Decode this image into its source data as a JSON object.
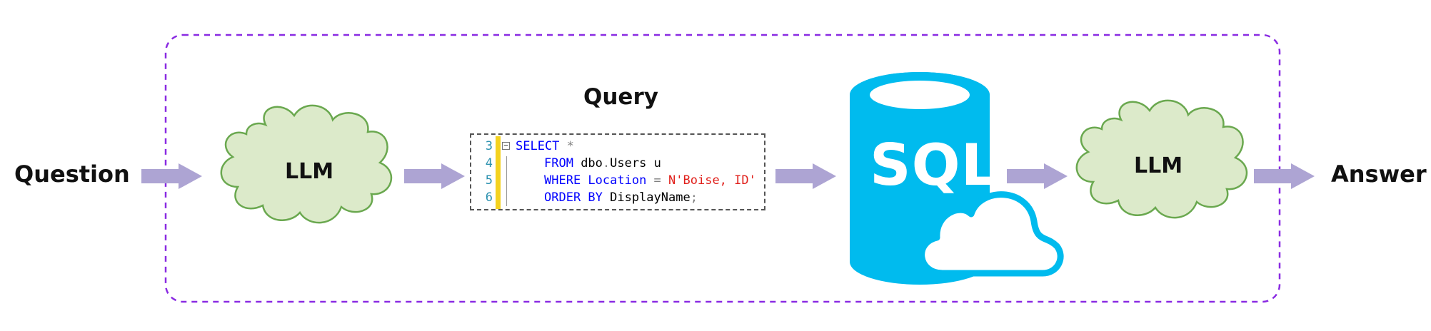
{
  "labels": {
    "question": "Question",
    "llm_first": "LLM",
    "query_title": "Query",
    "db_badge": "SQL",
    "llm_second": "LLM",
    "answer": "Answer"
  },
  "code": {
    "lines": [
      {
        "number": "3",
        "tokens": [
          {
            "t": "SELECT",
            "c": "kw"
          },
          {
            "t": " *",
            "c": "op"
          }
        ]
      },
      {
        "number": "4",
        "tokens": [
          {
            "t": "FROM",
            "c": "kw"
          },
          {
            "t": " dbo",
            "c": "plain"
          },
          {
            "t": ".",
            "c": "op"
          },
          {
            "t": "Users u",
            "c": "plain"
          }
        ]
      },
      {
        "number": "5",
        "tokens": [
          {
            "t": "WHERE",
            "c": "kw"
          },
          {
            "t": " Location",
            "c": "kw"
          },
          {
            "t": " = ",
            "c": "op"
          },
          {
            "t": "N'Boise, ID'",
            "c": "str"
          }
        ]
      },
      {
        "number": "6",
        "tokens": [
          {
            "t": "ORDER BY",
            "c": "kw"
          },
          {
            "t": " DisplayName",
            "c": "plain"
          },
          {
            "t": ";",
            "c": "op"
          }
        ]
      }
    ]
  },
  "colors": {
    "container_border": "#8a2be2",
    "arrow": "#ada4d3",
    "cloud_fill": "#dceaca",
    "cloud_stroke": "#6aa84f",
    "database": "#00bbee",
    "db_text": "#ffffff"
  },
  "icons": {
    "database": "database-cylinder-icon",
    "cloud": "cloud-icon"
  }
}
